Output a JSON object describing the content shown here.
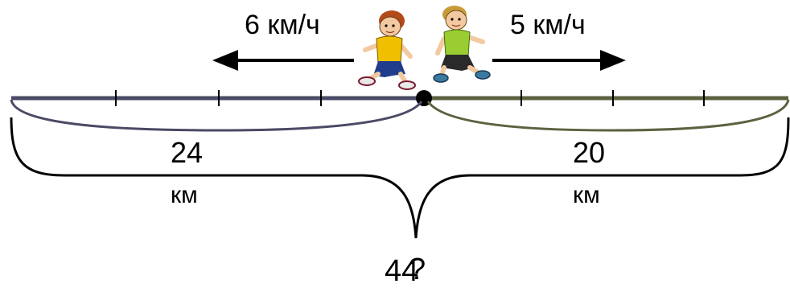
{
  "left": {
    "speed": "6 км/ч",
    "distance_value": "24",
    "distance_unit": "км",
    "color": "#4a4a66"
  },
  "right": {
    "speed": "5 км/ч",
    "distance_value": "20",
    "distance_unit": "км",
    "color": "#5e6140"
  },
  "total": {
    "value": "44",
    "question": "?"
  },
  "icons": {
    "left_runner": "boy-running-left-icon",
    "right_runner": "boy-running-right-icon"
  }
}
